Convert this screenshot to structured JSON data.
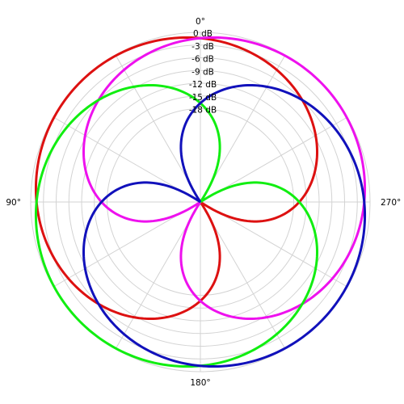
{
  "chart_data": {
    "type": "polar-line",
    "grid": true,
    "radial_axis": {
      "unit": "dB",
      "range": [
        -40,
        0
      ],
      "ring_values": [
        0,
        -3,
        -6,
        -9,
        -12,
        -15,
        -18
      ],
      "ring_labels": [
        "0 dB",
        "-3 dB",
        "-6 dB",
        "-9 dB",
        "-12 dB",
        "-15 dB",
        "-18 dB"
      ]
    },
    "angular_axis": {
      "zero_at": "top",
      "direction": "counterclockwise",
      "spoke_step_deg": 30,
      "tick_values": [
        0,
        90,
        180,
        270
      ],
      "tick_labels": [
        "0°",
        "90°",
        "180°",
        "270°"
      ]
    },
    "series": [
      {
        "pattern": "cardioid",
        "facing_deg": 45,
        "max_db": 0,
        "color": "#dd1111"
      },
      {
        "pattern": "cardioid",
        "facing_deg": 315,
        "max_db": 0,
        "color": "#ee11ee"
      },
      {
        "pattern": "cardioid",
        "facing_deg": 135,
        "max_db": 0,
        "color": "#11ee11"
      },
      {
        "pattern": "cardioid",
        "facing_deg": 225,
        "max_db": 0,
        "color": "#1111bb"
      }
    ]
  }
}
